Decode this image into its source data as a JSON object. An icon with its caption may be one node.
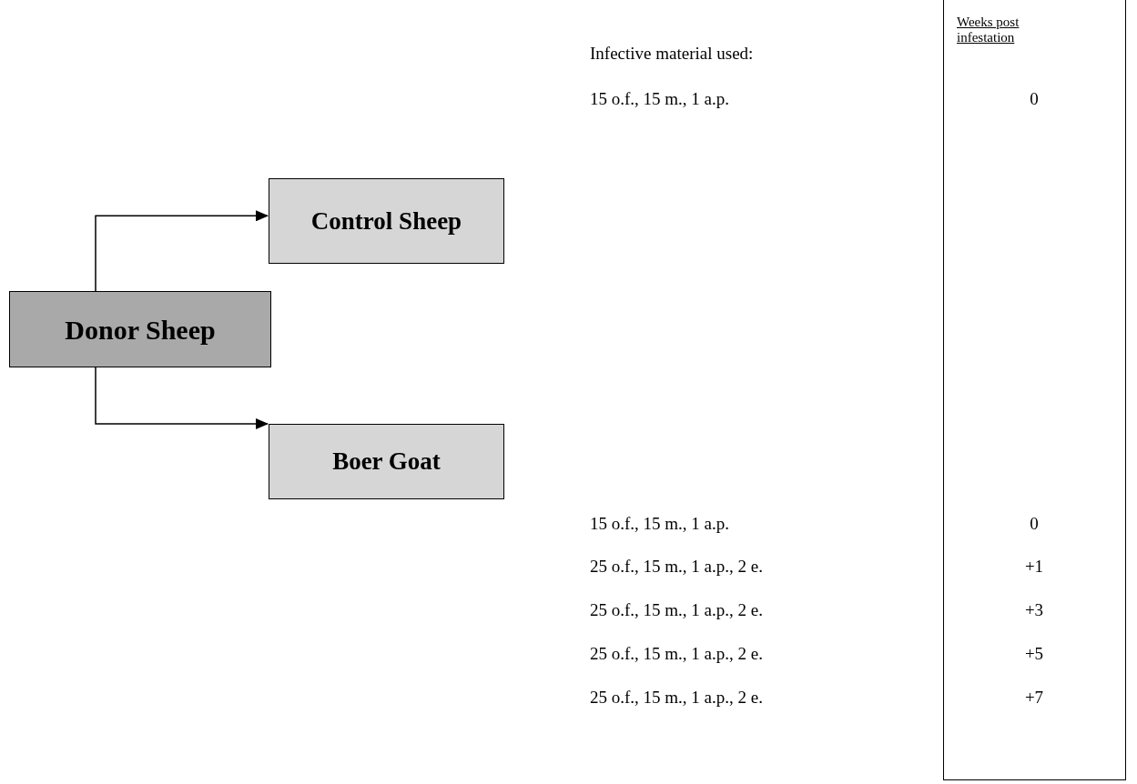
{
  "diagram": {
    "nodes": [
      {
        "text": [
          "Donor Sheep"
        ]
      },
      {
        "text": [
          "Control Sheep"
        ]
      },
      {
        "text": [
          "Boer Goat"
        ]
      },
      {
        "text": [
          "Weeks post infestation"
        ]
      }
    ],
    "edges": [
      {
        "from": 0,
        "to": 1,
        "arrow": "to"
      },
      {
        "from": 0,
        "to": 2,
        "arrow": "to"
      }
    ],
    "labels": [
      "Infective material used:",
      "15 o.f., 15 m., 1 a.p.",
      "0",
      "15 o.f., 15 m., 1 a.p.",
      "0",
      "25 o.f., 15 m., 1 a.p., 2 e.",
      "+1",
      "25 o.f., 15 m., 1 a.p., 2 e.",
      "+3",
      "25 o.f., 15 m., 1 a.p., 2 e.",
      "+5",
      "25 o.f., 15 m., 1 a.p., 2 e.",
      "+7"
    ]
  }
}
